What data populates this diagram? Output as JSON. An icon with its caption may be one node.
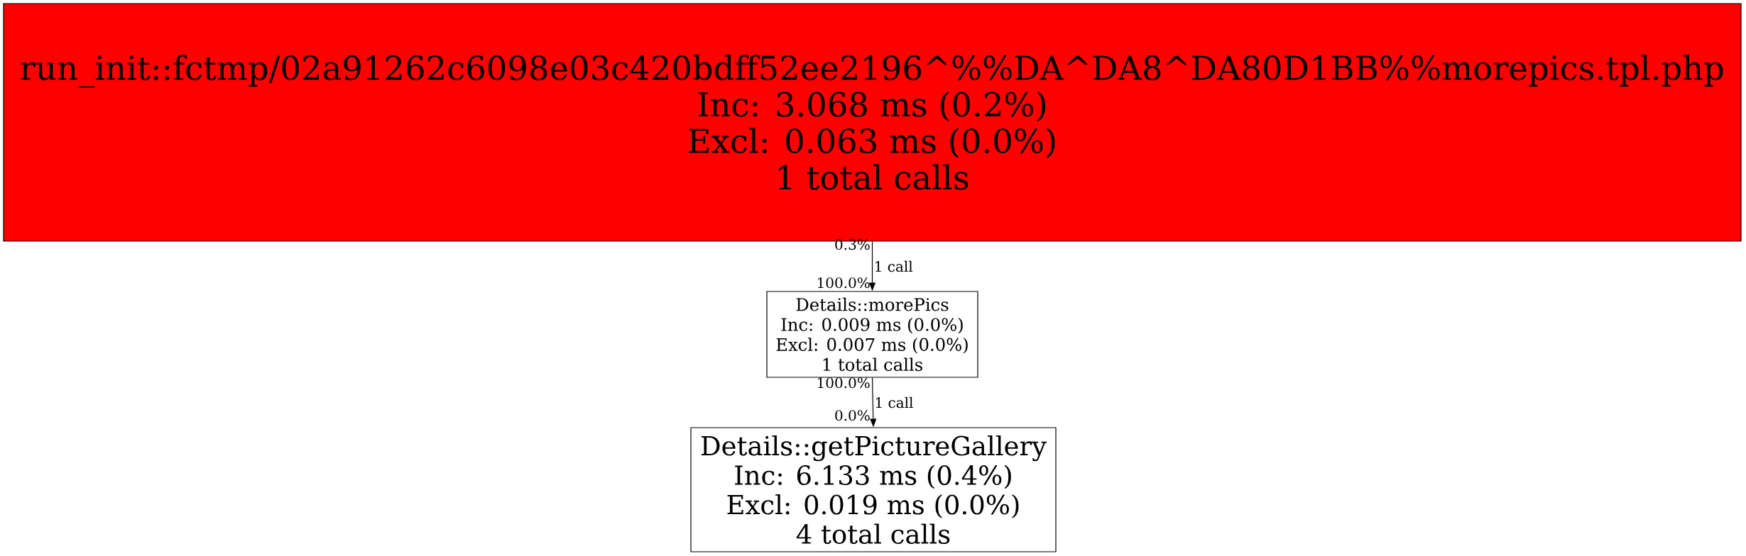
{
  "diagram": {
    "nodes": [
      {
        "text": [
          "run_init::fctmp/02a91262c6098e03c420bdff52ee2196^%%DA^DA8^DA80D1BB%%morepics.tpl.php",
          "Inc: 3.068 ms (0.2%)",
          "Excl: 0.063 ms (0.0%)",
          "1 total calls"
        ]
      },
      {
        "text": [
          "Details::morePics",
          "Inc: 0.009 ms (0.0%)",
          "Excl: 0.007 ms (0.0%)",
          "1 total calls"
        ]
      },
      {
        "text": [
          "Details::getPictureGallery",
          "Inc: 6.133 ms (0.4%)",
          "Excl: 0.019 ms (0.0%)",
          "4 total calls"
        ]
      }
    ],
    "edges": [
      {
        "from": 0,
        "to": 1,
        "arrow": "to",
        "label": "1 call"
      },
      {
        "from": 1,
        "to": 2,
        "arrow": "to",
        "label": "1 call"
      }
    ],
    "labels": [
      "0.3%",
      "100.0%",
      "100.0%",
      "0.0%"
    ]
  }
}
